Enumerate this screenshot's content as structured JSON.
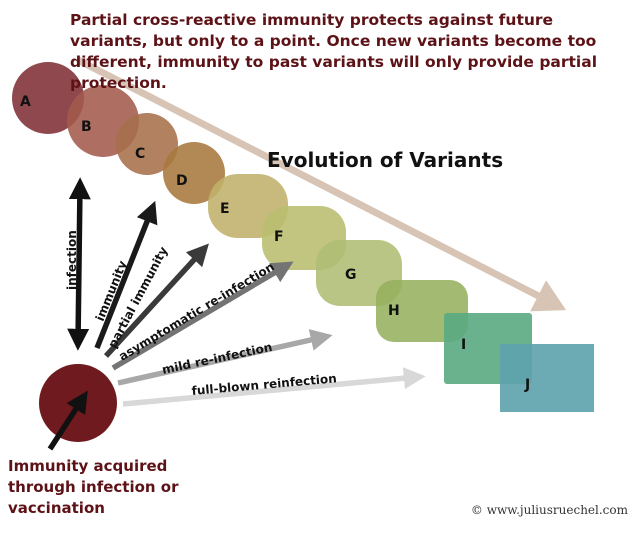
{
  "caption": "Partial cross-reactive immunity protects against future variants, but only to a point. Once new variants become too different, immunity to past variants will only provide partial protection.",
  "title": "Evolution of Variants",
  "source_note": "Immunity acquired through infection or vaccination",
  "credit": "© www.juliusruechel.com",
  "variants": [
    {
      "label": "A",
      "color": "#7e2f36"
    },
    {
      "label": "B",
      "color": "#a45a4c"
    },
    {
      "label": "C",
      "color": "#a6704a"
    },
    {
      "label": "D",
      "color": "#a7773d"
    },
    {
      "label": "E",
      "color": "#c0b06a"
    },
    {
      "label": "F",
      "color": "#b8bd6e"
    },
    {
      "label": "G",
      "color": "#aebd73"
    },
    {
      "label": "H",
      "color": "#95b05e"
    },
    {
      "label": "I",
      "color": "#5aaa82"
    },
    {
      "label": "J",
      "color": "#5fa3ae"
    }
  ],
  "arrows": [
    {
      "label": "infection",
      "color": "#111111"
    },
    {
      "label": "immunity",
      "color": "#1a1a1a"
    },
    {
      "label": "partial immunity",
      "color": "#3a3a3a"
    },
    {
      "label": "asymptomatic re-infection",
      "color": "#747474"
    },
    {
      "label": "mild re-infection",
      "color": "#a8a8a8"
    },
    {
      "label": "full-blown reinfection",
      "color": "#d8d8d8"
    }
  ],
  "colors": {
    "text": "#5c1216",
    "source_circle": "#6e1a1e",
    "trend_arrow": "#d8c4b4"
  }
}
